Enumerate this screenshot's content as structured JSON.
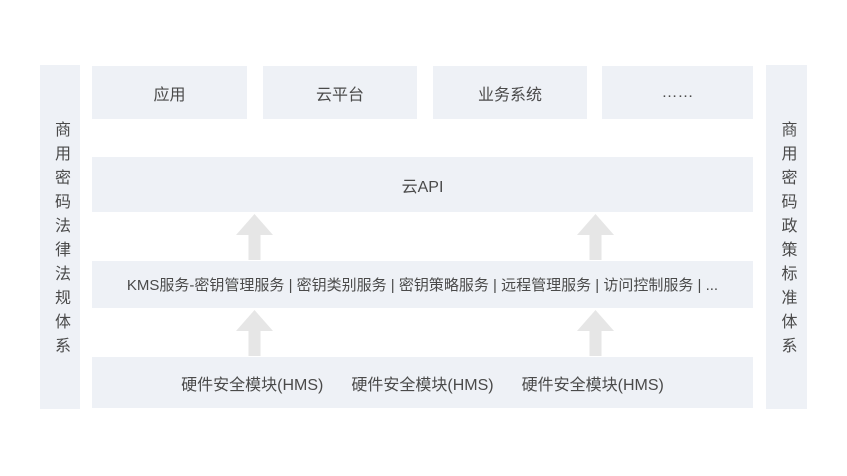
{
  "colors": {
    "canvas_bg": "#ffffff",
    "box_bg": "#eef1f6",
    "arrow": "#e6e6e6",
    "text": "#4a4a4a"
  },
  "left_sidebar": {
    "label": "商用密码法律法规体系"
  },
  "right_sidebar": {
    "label": "商用密码政策标准体系"
  },
  "top_row": {
    "items": [
      {
        "label": "应用"
      },
      {
        "label": "云平台"
      },
      {
        "label": "业务系统"
      },
      {
        "label": "……"
      }
    ]
  },
  "api_layer": {
    "label": "云API"
  },
  "kms_layer": {
    "label": "KMS服务-密钥管理服务 | 密钥类别服务 | 密钥策略服务 | 远程管理服务 | 访问控制服务 | ..."
  },
  "hms_layer": {
    "modules": [
      "硬件安全模块(HMS)",
      "硬件安全模块(HMS)",
      "硬件安全模块(HMS)"
    ]
  }
}
